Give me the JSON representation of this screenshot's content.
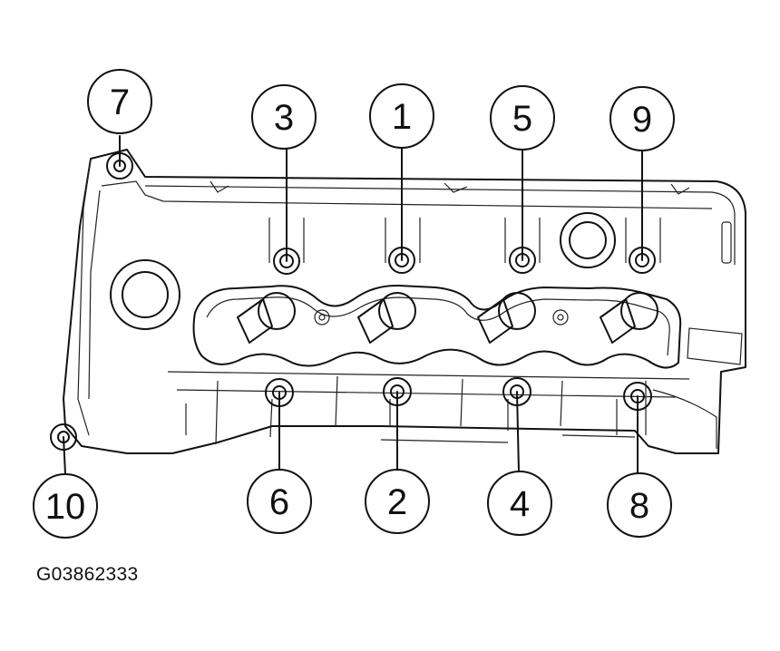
{
  "diagram": {
    "callouts": [
      "7",
      "3",
      "1",
      "5",
      "9",
      "10",
      "6",
      "2",
      "4",
      "8"
    ],
    "figure_id": "G03862333"
  }
}
